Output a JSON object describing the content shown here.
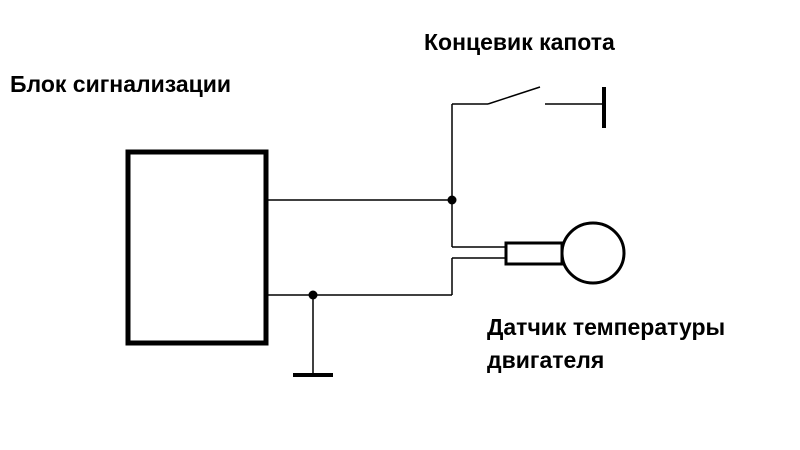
{
  "labels": {
    "alarm_unit": "Блок сигнализации",
    "hood_switch": "Концевик капота",
    "temp_sensor_line1": "Датчик температуры",
    "temp_sensor_line2": "двигателя"
  },
  "colors": {
    "background": "#ffffff",
    "ink": "#000000"
  }
}
